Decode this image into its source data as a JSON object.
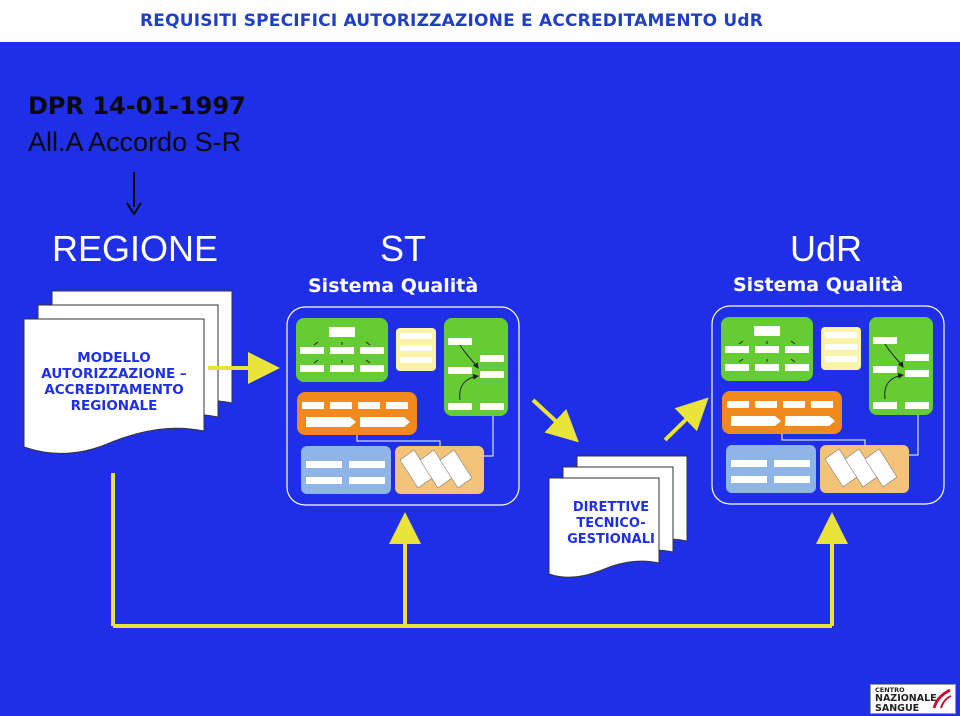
{
  "header": {
    "title": "REQUISITI SPECIFICI AUTORIZZAZIONE E ACCREDITAMENTO UdR"
  },
  "references": {
    "dpr": "DPR 14-01-1997",
    "accordo": "All.A Accordo S-R"
  },
  "columns": {
    "regione": {
      "title": "REGIONE"
    },
    "st": {
      "title": "ST",
      "subtitle": "Sistema Qualità"
    },
    "udr": {
      "title": "UdR",
      "subtitle": "Sistema Qualità"
    }
  },
  "documents": {
    "modello": {
      "lines": [
        "MODELLO",
        "AUTORIZZAZIONE –",
        "ACCREDITAMENTO",
        "REGIONALE"
      ]
    },
    "direttive": {
      "lines": [
        "DIRETTIVE",
        "TECNICO-",
        "GESTIONALI"
      ]
    }
  },
  "logo": {
    "line1": "CENTRO",
    "line2": "NAZIONALE",
    "line3": "SANGUE"
  },
  "colors": {
    "header_text": "#1f3fc4",
    "panel": "#1f2fe8",
    "arrow": "#e8e43a",
    "green": "#66cc33",
    "orange": "#f08a1c",
    "light_blue": "#8fb4e8",
    "peach": "#f3c37a",
    "pale_yellow": "#fbf3a8"
  }
}
